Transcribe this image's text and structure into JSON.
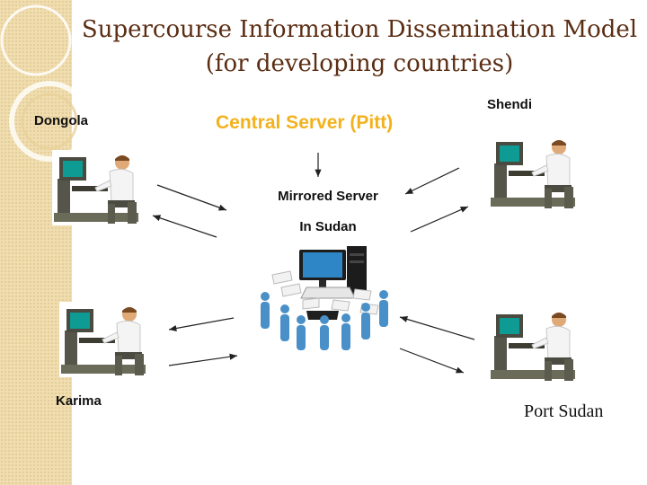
{
  "title": {
    "line1": "Supercourse Information Dissemination Model",
    "line2": "(for developing countries)"
  },
  "central_server": "Central Server (Pitt)",
  "mirrored_server": {
    "line1": "Mirrored Server",
    "line2": "In Sudan"
  },
  "cities": {
    "dongola": "Dongola",
    "shendi": "Shendi",
    "karima": "Karima",
    "port_sudan": "Port Sudan"
  },
  "colors": {
    "title": "#5b2d13",
    "central_server": "#f2b21e",
    "sidebar": "#f1deb0",
    "people": "#4a90c8"
  },
  "icons": [
    "computer-user-icon",
    "server-network-icon"
  ]
}
